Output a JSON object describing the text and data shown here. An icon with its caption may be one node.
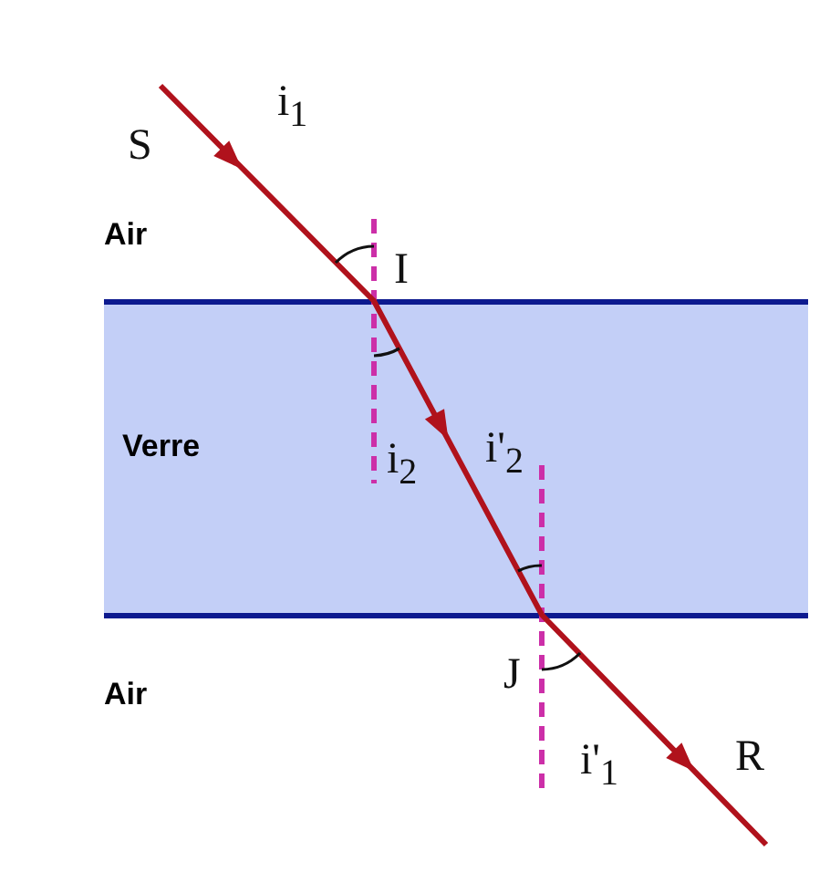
{
  "diagram": {
    "nodes": [
      {
        "text": [
          "Verre"
        ]
      }
    ],
    "edges": [],
    "labels": [
      "i$_{1}$",
      "S",
      "Air",
      "I",
      "i$_{2}$",
      "i'$_{2}$",
      "J",
      "Air",
      "i'$_{1}$",
      "R"
    ]
  }
}
